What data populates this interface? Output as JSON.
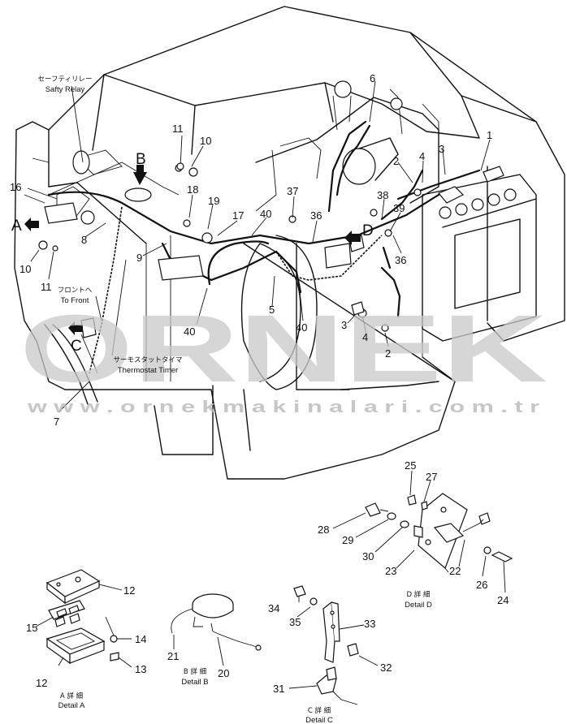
{
  "watermark": {
    "brand": "ORNEK",
    "url": "w w w . o r n e k m a k i n a l a r i . c o m . t r"
  },
  "captions": {
    "safety_relay_jp": "セーフティリレー",
    "safety_relay_en": "Safty Relay",
    "to_front_jp": "フロントへ",
    "to_front_en": "To Front",
    "thermostat_jp": "サーモスタットタイマ",
    "thermostat_en": "Thermostat Timer"
  },
  "view_letters": {
    "a": "A",
    "b": "B",
    "c": "C",
    "d": "D"
  },
  "details": {
    "a_jp": "A 詳 細",
    "a_en": "Detail A",
    "b_jp": "B 詳 細",
    "b_en": "Detail B",
    "c_jp": "C 詳 細",
    "c_en": "Detail C",
    "d_jp": "D 詳 細",
    "d_en": "Detail D"
  },
  "callouts": {
    "c1": "1",
    "c2a": "2",
    "c2b": "2",
    "c3a": "3",
    "c3b": "3",
    "c4a": "4",
    "c4b": "4",
    "c5": "5",
    "c6": "6",
    "c7": "7",
    "c8": "8",
    "c9": "9",
    "c10a": "10",
    "c10b": "10",
    "c11a": "11",
    "c11b": "11",
    "c12a": "12",
    "c12b": "12",
    "c13": "13",
    "c14": "14",
    "c15": "15",
    "c16": "16",
    "c17": "17",
    "c18": "18",
    "c19": "19",
    "c20": "20",
    "c21": "21",
    "c22": "22",
    "c23": "23",
    "c24": "24",
    "c25": "25",
    "c26": "26",
    "c27": "27",
    "c28": "28",
    "c29": "29",
    "c30": "30",
    "c31": "31",
    "c32": "32",
    "c33": "33",
    "c34": "34",
    "c35": "35",
    "c36a": "36",
    "c36b": "36",
    "c37": "37",
    "c38": "38",
    "c39": "39",
    "c40a": "40",
    "c40b": "40",
    "c40c": "40"
  }
}
